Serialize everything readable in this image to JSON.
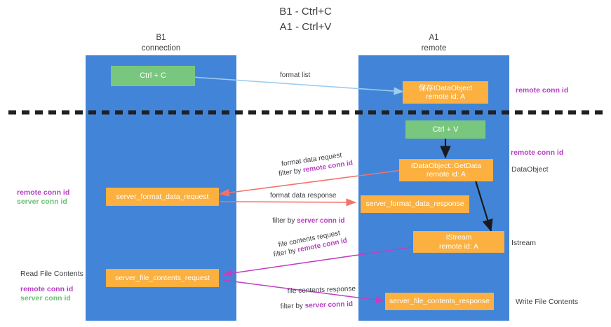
{
  "title": "B1 - Ctrl+C\nA1 - Ctrl+V",
  "colors": {
    "lane": "#4285d8",
    "box_orange": "#fbb03f",
    "box_green": "#79c77f",
    "accent_purple": "#b83fc4",
    "accent_green": "#6fbf73",
    "arrow_red": "#f4726a",
    "arrow_blue": "#9dcdf0",
    "arrow_magenta": "#c23fc2",
    "arrow_black": "#1a1a1a",
    "divider": "#202124",
    "background": "#ffffff"
  },
  "columns": [
    {
      "name": "B1",
      "role": "connection",
      "label": "B1\nconnection"
    },
    {
      "name": "A1",
      "role": "remote",
      "label": "A1\nremote"
    }
  ],
  "boxes": {
    "ctrl_c": "Ctrl + C",
    "ctrl_v": "Ctrl + V",
    "save_idataobject": "保存IDataObject\nremote id: A",
    "idataobject_getdata": "IDataObject::GetData\nremote id: A",
    "server_format_data_request": "server_format_data_request",
    "server_format_data_response": "server_format_data_response",
    "istream": "IStream\nremote id: A",
    "server_file_contents_request": "server_file_contents_request",
    "server_file_contents_response": "server_file_contents_response"
  },
  "edge_labels": {
    "format_list": "format list",
    "format_data_request": "format data request",
    "format_data_request_filter_prefix": "filter by ",
    "format_data_request_filter_key": "remote conn id",
    "format_data_response": "format data response",
    "format_data_response_filter_prefix": "filter by ",
    "format_data_response_filter_key": "server conn id",
    "file_contents_request": "file contents request",
    "file_contents_request_filter_prefix": "filter by ",
    "file_contents_request_filter_key": "remote conn id",
    "file_contents_response": "file contents response",
    "file_contents_response_filter_prefix": "filter by ",
    "file_contents_response_filter_key": "server conn id"
  },
  "right_annotations": [
    {
      "text": "remote conn id",
      "style": "purple"
    },
    {
      "text": "remote conn id",
      "style": "purple"
    },
    {
      "text": "DataObject",
      "style": "plain"
    },
    {
      "text": "Istream",
      "style": "plain"
    },
    {
      "text": "Write File Contents",
      "style": "plain"
    }
  ],
  "left_annotations": {
    "mid_remote": "remote conn id",
    "mid_server": "server conn id",
    "read_file_contents": "Read File Contents",
    "bottom_remote": "remote conn id",
    "bottom_server": "server conn id"
  }
}
